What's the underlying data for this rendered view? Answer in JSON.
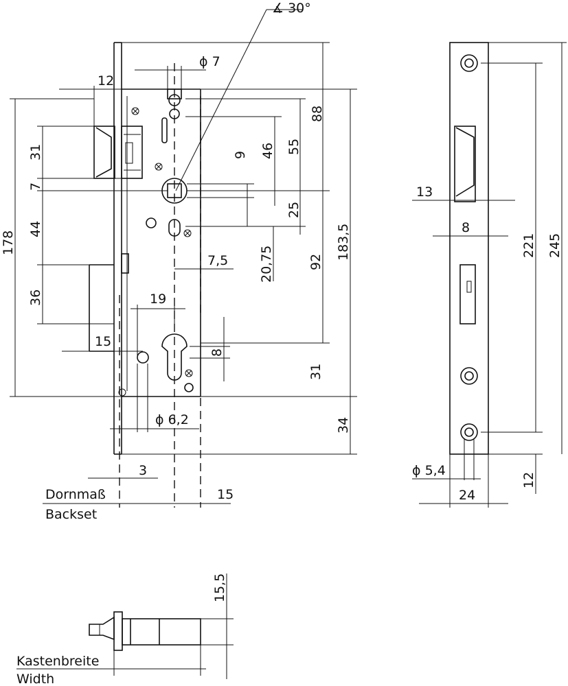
{
  "dimensions": {
    "angle": "∡ 30°",
    "diam7": "ϕ 7",
    "d12": "12",
    "d88": "88",
    "d9": "9",
    "d46": "46",
    "d55": "55",
    "d31a": "31",
    "d7": "7",
    "d44": "44",
    "d25": "25",
    "d178": "178",
    "d183_5": "183,5",
    "d92": "92",
    "d7_5": "7,5",
    "d20_75": "20,75",
    "d36": "36",
    "d19": "19",
    "d15a": "15",
    "d8a": "8",
    "d31b": "31",
    "diam6_2": "ϕ 6,2",
    "d34": "34",
    "d3": "3",
    "d15b": "15",
    "d13": "13",
    "d8b": "8",
    "d221": "221",
    "d245": "245",
    "diam5_4": "ϕ 5,4",
    "d24": "24",
    "d12b": "12",
    "d15_5": "15,5"
  },
  "labels": {
    "dornmass": "Dornmaß",
    "backset": "Backset",
    "kastenbreite": "Kastenbreite",
    "width": "Width"
  }
}
